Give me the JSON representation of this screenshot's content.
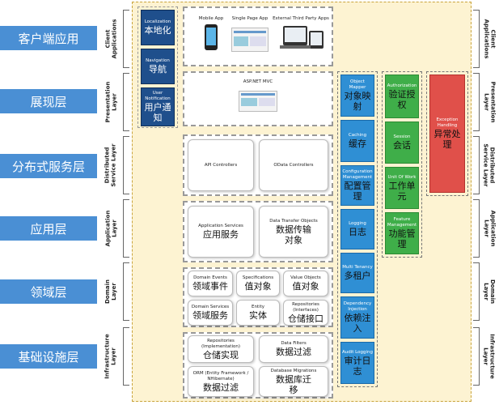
{
  "layers": [
    {
      "cn": "客户端应用",
      "left_en": "Client\nApplications",
      "right_en": "Client\nApplications"
    },
    {
      "cn": "展现层",
      "left_en": "Presentation\nLayer",
      "right_en": "Presentation\nLayer"
    },
    {
      "cn": "分布式服务层",
      "left_en": "Distributed\nService Layer",
      "right_en": "Distributed\nService Layer"
    },
    {
      "cn": "应用层",
      "left_en": "Application\nLayer",
      "right_en": "Application\nLayer"
    },
    {
      "cn": "领域层",
      "left_en": "Domain\nLayer",
      "right_en": "Domain\nLayer"
    },
    {
      "cn": "基础设施层",
      "left_en": "Infrastructure\nLayer",
      "right_en": "Infrastructure\nLayer"
    }
  ],
  "nav": [
    {
      "en": "Localization",
      "zh": "本地化"
    },
    {
      "en": "Navigation",
      "zh": "导航"
    },
    {
      "en": "User\nNotification",
      "zh": "用户通知"
    }
  ],
  "client": {
    "mobile": "Mobile App",
    "spa": "Single Page App",
    "external": "External Third Party Apps"
  },
  "presentation": {
    "mvc": "ASP.NET MVC"
  },
  "distributed": {
    "api": "API Controllers",
    "odata": "OData Controllers"
  },
  "application": [
    {
      "en": "Application Services",
      "zh": "应用服务"
    },
    {
      "en": "Data Transfer Objects",
      "zh": "数据传输\n对象"
    }
  ],
  "domain": [
    {
      "en": "Domain Events",
      "zh": "领域事件"
    },
    {
      "en": "Specifications",
      "zh": "值对象"
    },
    {
      "en": "Value Objects",
      "zh": "值对象"
    },
    {
      "en": "Domain Services",
      "zh": "领域服务"
    },
    {
      "en": "Entity",
      "zh": "实体"
    },
    {
      "en": "Repositories\n(Interfaces)",
      "zh": "仓储接口"
    }
  ],
  "infra": [
    {
      "en": "Repositories (Implementation)",
      "zh": "仓储实现"
    },
    {
      "en": "Data Filters",
      "zh": "数据过滤"
    },
    {
      "en": "ORM (Entity Framework /\nNHibernate)",
      "zh": "数据过滤"
    },
    {
      "en": "Database Migrations",
      "zh": "数据库迁\n移"
    }
  ],
  "blue_col": [
    {
      "en": "Object Mapper",
      "zh": "对象映射"
    },
    {
      "en": "Caching",
      "zh": "缓存"
    },
    {
      "en": "Configuration\nManagement",
      "zh": "配置管理"
    },
    {
      "en": "Logging",
      "zh": "日志"
    },
    {
      "en": "Multi Tenancy",
      "zh": "多租户"
    },
    {
      "en": "Dependency\nInjection",
      "zh": "依赖注入"
    },
    {
      "en": "Audit Logging",
      "zh": "审计日志"
    }
  ],
  "green_col": [
    {
      "en": "Authorization",
      "zh": "验证授权"
    },
    {
      "en": "Session",
      "zh": "会话"
    },
    {
      "en": "Unit Of Work",
      "zh": "工作单元"
    },
    {
      "en": "Feature\nManagement",
      "zh": "功能管理"
    }
  ],
  "red": {
    "en": "Exception\nHandling",
    "zh": "异常处理"
  },
  "colors": {
    "tag": "#4a8fd4",
    "nav": "#1f4f8c",
    "blue": "#2f8fd4",
    "green": "#3fae49",
    "red": "#e0504a",
    "main_bg": "#fdf3d2"
  }
}
